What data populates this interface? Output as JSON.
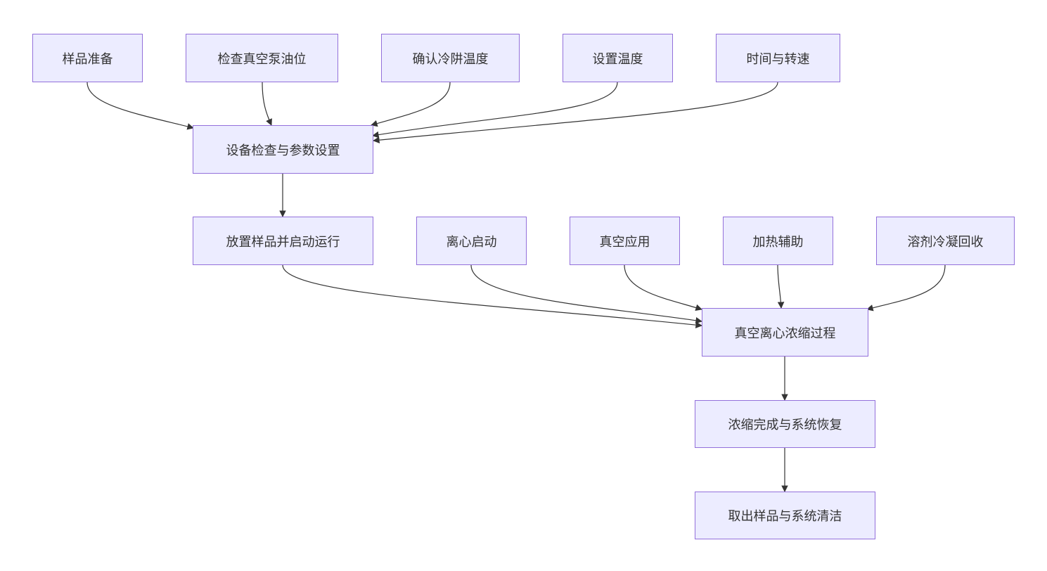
{
  "diagram": {
    "nodes": {
      "sample_prep": "样品准备",
      "check_pump_oil": "检查真空泵油位",
      "confirm_trap_temp": "确认冷阱温度",
      "set_temp": "设置温度",
      "time_speed": "时间与转速",
      "equipment_check": "设备检查与参数设置",
      "place_start": "放置样品并启动运行",
      "centrifuge_start": "离心启动",
      "vacuum_apply": "真空应用",
      "heating_assist": "加热辅助",
      "solvent_recovery": "溶剂冷凝回收",
      "concentration_process": "真空离心浓缩过程",
      "complete_recover": "浓缩完成与系统恢复",
      "remove_clean": "取出样品与系统清洁"
    },
    "edges": [
      [
        "sample_prep",
        "equipment_check"
      ],
      [
        "check_pump_oil",
        "equipment_check"
      ],
      [
        "confirm_trap_temp",
        "equipment_check"
      ],
      [
        "set_temp",
        "equipment_check"
      ],
      [
        "time_speed",
        "equipment_check"
      ],
      [
        "equipment_check",
        "place_start"
      ],
      [
        "place_start",
        "concentration_process"
      ],
      [
        "centrifuge_start",
        "concentration_process"
      ],
      [
        "vacuum_apply",
        "concentration_process"
      ],
      [
        "heating_assist",
        "concentration_process"
      ],
      [
        "solvent_recovery",
        "concentration_process"
      ],
      [
        "concentration_process",
        "complete_recover"
      ],
      [
        "complete_recover",
        "remove_clean"
      ]
    ],
    "colors": {
      "node_fill": "#ececff",
      "node_border": "#9370db",
      "edge": "#333333",
      "text": "#333333"
    }
  }
}
